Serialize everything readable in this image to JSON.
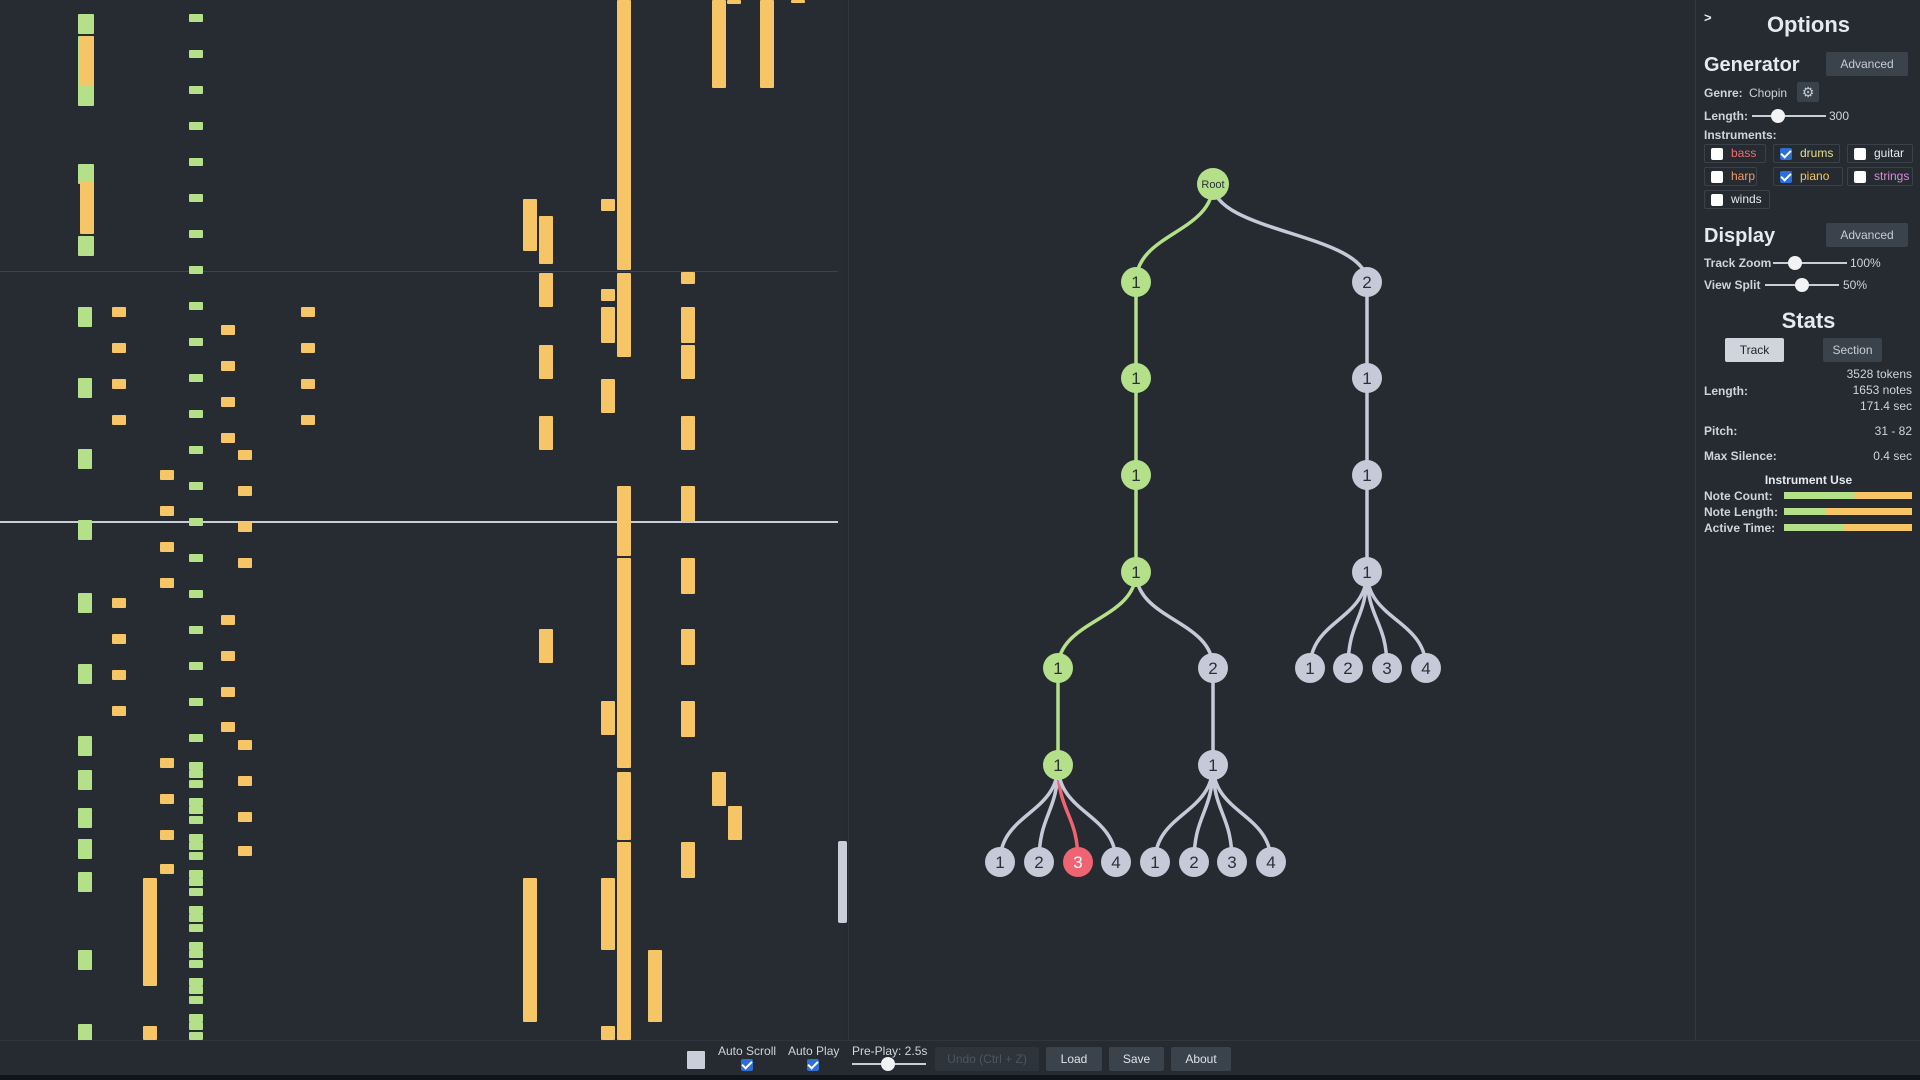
{
  "panel": {
    "collapse_glyph": ">",
    "title": "Options",
    "generator": {
      "title": "Generator",
      "advanced_label": "Advanced",
      "genre_label": "Genre:",
      "genre_value": "Chopin",
      "gear_icon": "gear-icon",
      "length_label": "Length:",
      "length_value": "300",
      "length_fraction": 0.35,
      "instruments_label": "Instruments:",
      "instruments": [
        {
          "name": "bass",
          "checked": false,
          "color": "#ef6b72"
        },
        {
          "name": "drums",
          "checked": true,
          "color": "#e6e08a"
        },
        {
          "name": "guitar",
          "checked": false,
          "color": "#e6e9ee"
        },
        {
          "name": "harp",
          "checked": false,
          "color": "#f29b6a"
        },
        {
          "name": "piano",
          "checked": true,
          "color": "#f6c566"
        },
        {
          "name": "strings",
          "checked": false,
          "color": "#d88ad8"
        },
        {
          "name": "winds",
          "checked": false,
          "color": "#e6e9ee"
        }
      ]
    },
    "display": {
      "title": "Display",
      "advanced_label": "Advanced",
      "track_zoom_label": "Track Zoom",
      "track_zoom_value": "100%",
      "track_zoom_fraction": 0.3,
      "view_split_label": "View Split",
      "view_split_value": "50%",
      "view_split_fraction": 0.5
    },
    "stats": {
      "title": "Stats",
      "tab_track": "Track",
      "tab_section": "Section",
      "length_label": "Length:",
      "tokens": "3528 tokens",
      "notes": "1653 notes",
      "seconds": "171.4 sec",
      "pitch_label": "Pitch:",
      "pitch_value": "31 - 82",
      "max_silence_label": "Max Silence:",
      "max_silence_value": "0.4 sec",
      "instrument_use_label": "Instrument Use",
      "note_count_label": "Note Count:",
      "note_length_label": "Note Length:",
      "active_time_label": "Active Time:",
      "note_count_split": 0.55,
      "note_length_split": 0.33,
      "active_time_split": 0.46
    }
  },
  "bottombar": {
    "auto_scroll_label": "Auto Scroll",
    "auto_play_label": "Auto Play",
    "preplay_label": "Pre-Play: 2.5s",
    "preplay_fraction": 0.48,
    "undo_label": "Undo (Ctrl + Z)",
    "load_label": "Load",
    "save_label": "Save",
    "about_label": "About"
  },
  "tree": {
    "root_label": "Root",
    "colors": {
      "active": "#b5e08a",
      "inactive": "#c5cad8",
      "selected": "#ef6472",
      "edge_active": "#b5e08a",
      "edge_inactive": "#c5cad8",
      "edge_selected": "#ef6472"
    }
  },
  "colors": {
    "piano": "#f6c566",
    "drums": "#b5e08a"
  }
}
